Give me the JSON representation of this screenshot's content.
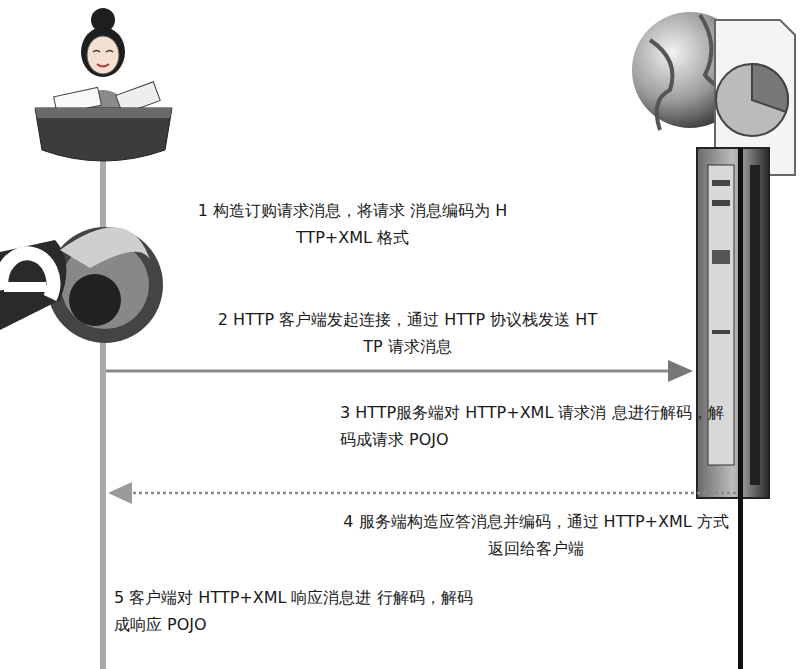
{
  "diagram": {
    "labels": [
      "1 构造订购请求消息，将请求 消息编码为 HTTP+XML 格式",
      "2 HTTP 客户端发起连接，通过 HTTP 协议栈发送 HTTP 请求消息",
      "3 HTTP服务端对 HTTP+XML 请求消 息进行解码，解码成请求 POJO",
      "4 服务端构造应答消息并编码，通过 HTTP+XML 方式返回给客户端",
      "5 客户端对 HTTP+XML 响应消息进 行解码，解码成响应 POJO"
    ]
  }
}
